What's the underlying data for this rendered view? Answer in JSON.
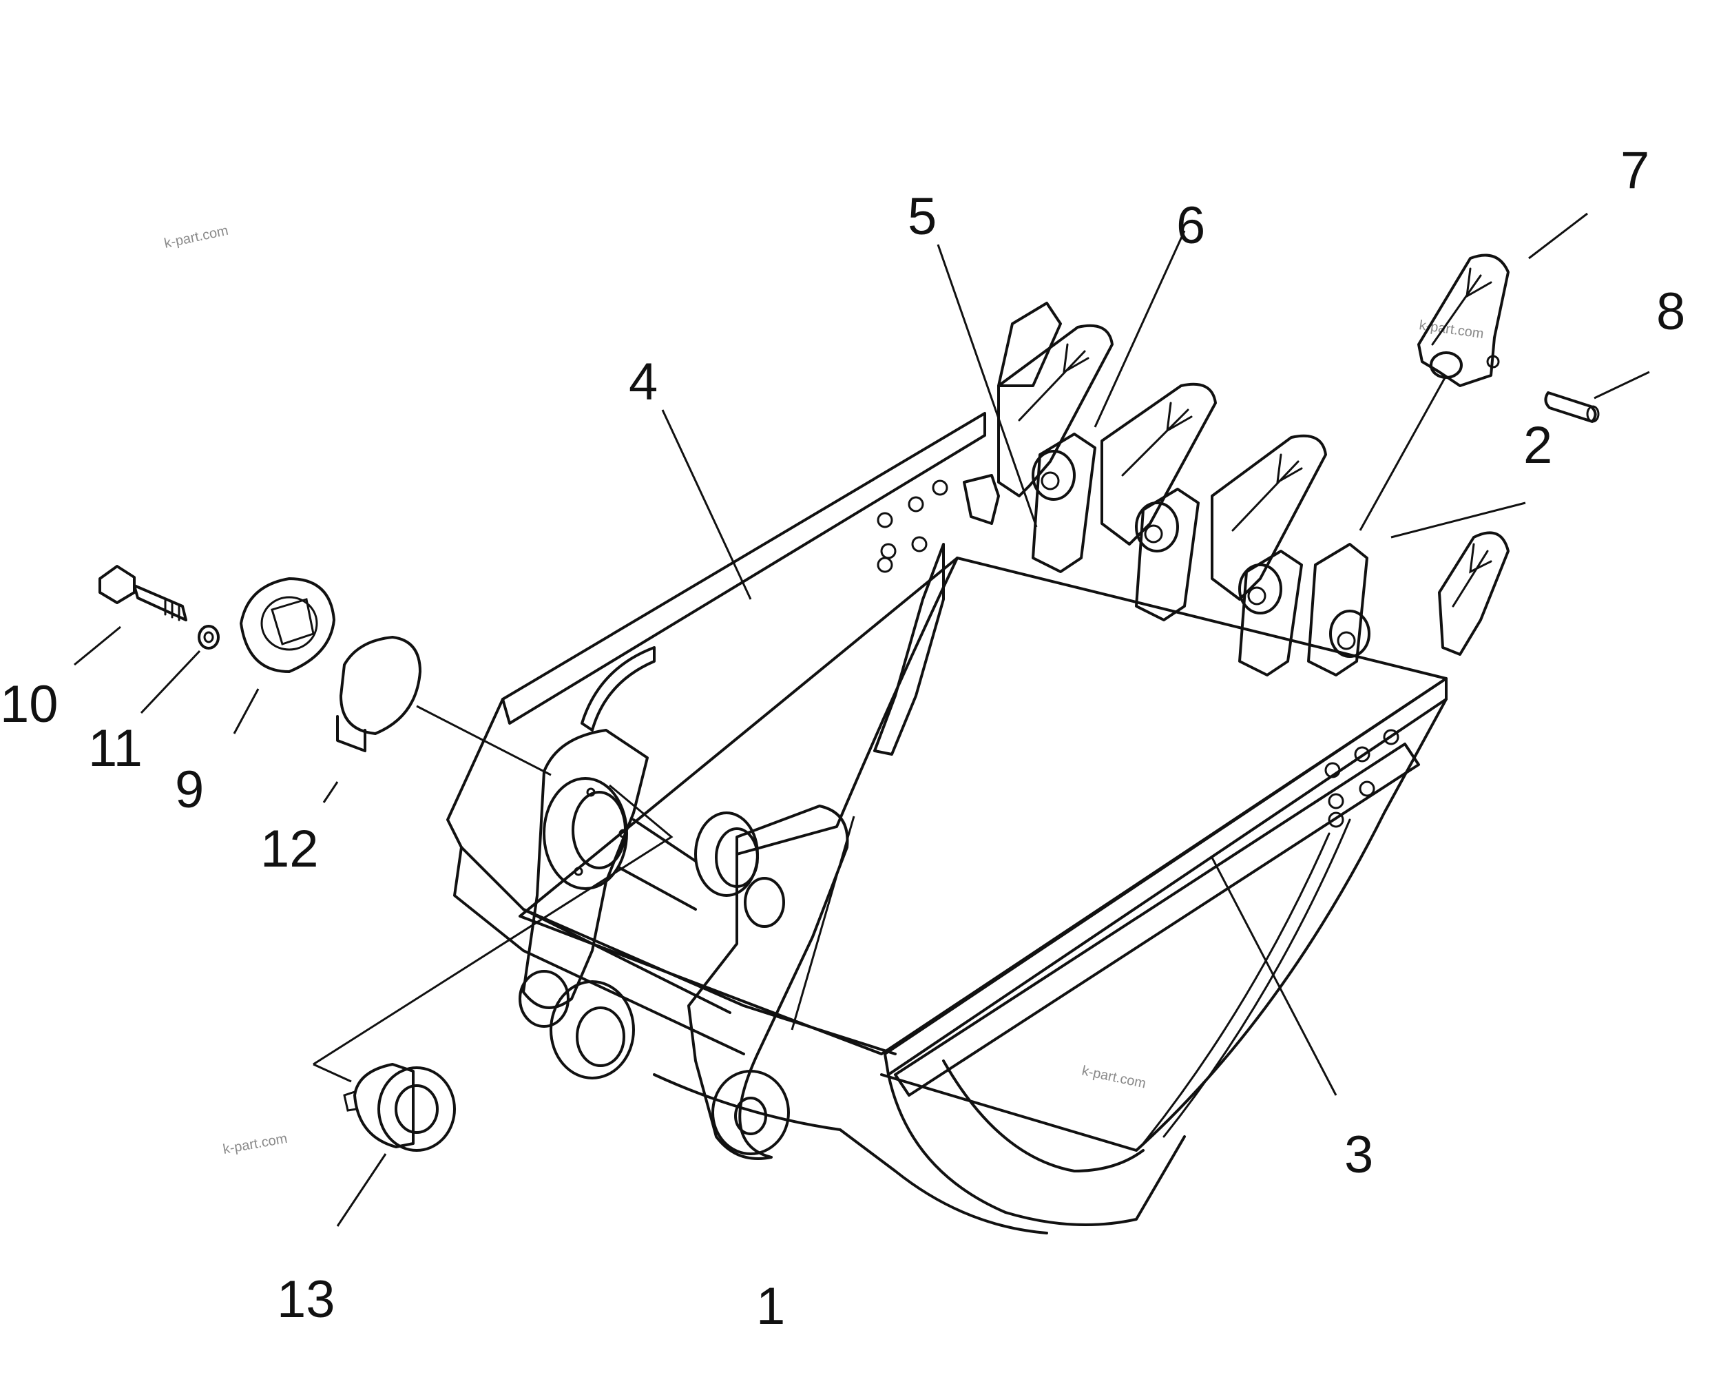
{
  "labels": {
    "l1": "1",
    "l2": "2",
    "l3": "3",
    "l4": "4",
    "l5": "5",
    "l6": "6",
    "l7": "7",
    "l8": "8",
    "l9": "9",
    "l10": "10",
    "l11": "11",
    "l12": "12",
    "l13": "13"
  },
  "watermark": "k-part.com",
  "colors": {
    "line": "#111111",
    "background": "#ffffff",
    "watermark": "#8a8a8a"
  }
}
